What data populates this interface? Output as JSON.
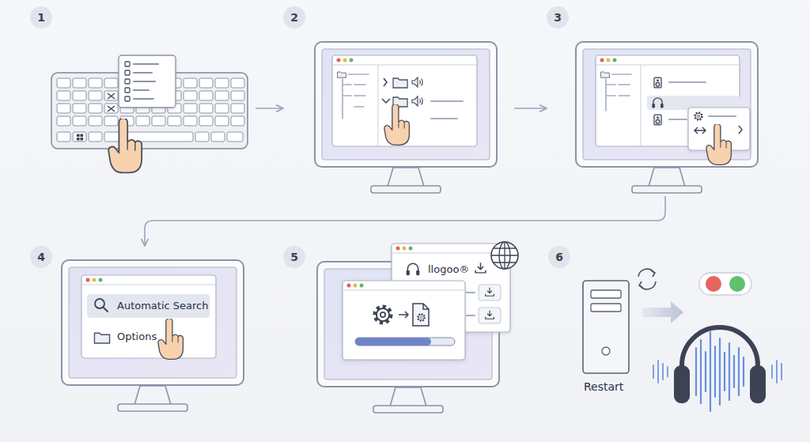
{
  "diagram": {
    "nodes": [
      {
        "text": [
          "1"
        ]
      },
      {
        "text": [
          "2"
        ]
      },
      {
        "text": [
          "3"
        ]
      },
      {
        "text": [
          "4"
        ]
      },
      {
        "text": [
          "Automatic Search"
        ],
        "in": 3
      },
      {
        "text": [
          "5"
        ]
      },
      {
        "text": [
          "6"
        ]
      }
    ],
    "edges": [
      {
        "from": 0,
        "to": 1,
        "arrow": "to"
      },
      {
        "from": 1,
        "to": 2,
        "arrow": "to"
      },
      {
        "from": 2,
        "to": 3,
        "arrow": "to"
      }
    ],
    "labels": [
      "Options",
      "llogoo®",
      "Restart"
    ]
  }
}
